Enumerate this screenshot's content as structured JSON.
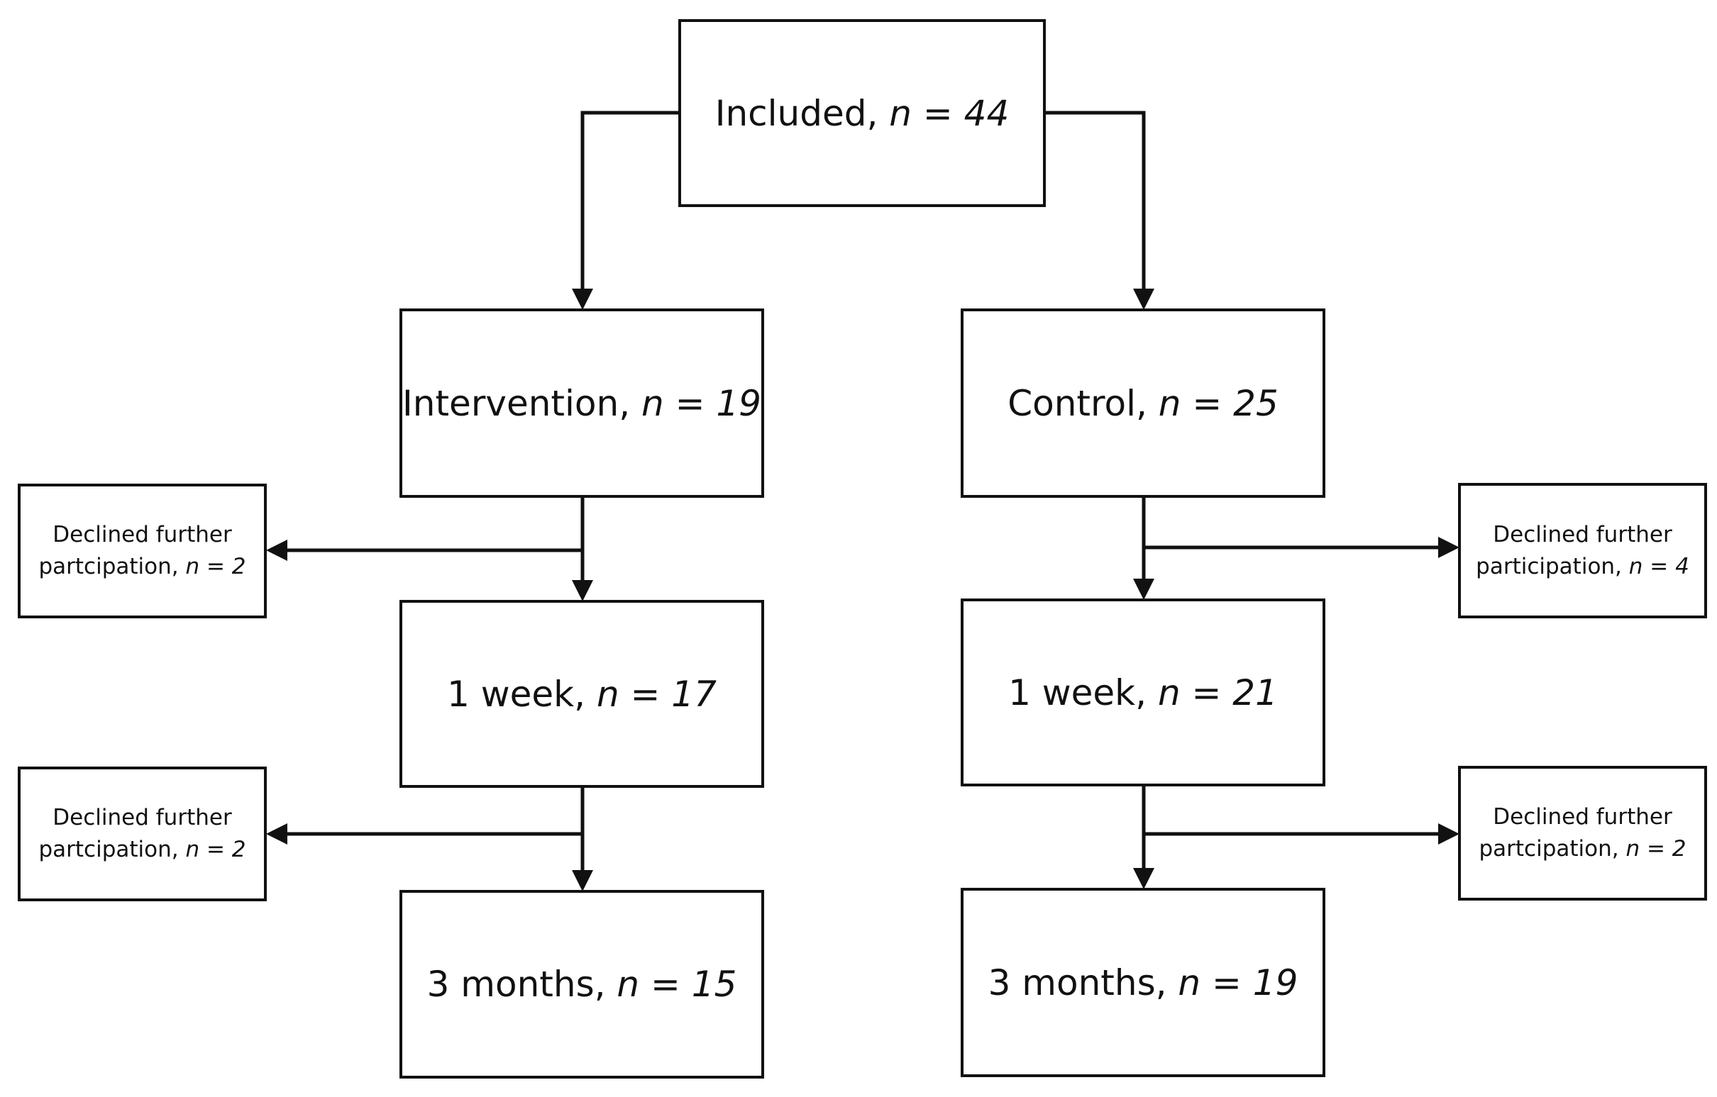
{
  "diagram": {
    "included": {
      "label": "Included, ",
      "n": "n = 44"
    },
    "intervention": {
      "label": "Intervention, ",
      "n": "n = 19"
    },
    "control": {
      "label": "Control, ",
      "n": "n = 25"
    },
    "intervention_1week": {
      "label": "1 week, ",
      "n": "n = 17"
    },
    "control_1week": {
      "label": "1 week, ",
      "n": "n = 21"
    },
    "intervention_3months": {
      "label": "3 months, ",
      "n": "n = 15"
    },
    "control_3months": {
      "label": "3 months, ",
      "n": "n = 19"
    },
    "intervention_declined_1": {
      "line1": "Declined further",
      "line2": "partcipation, ",
      "n": "n = 2"
    },
    "intervention_declined_2": {
      "line1": "Declined further",
      "line2": "partcipation, ",
      "n": "n = 2"
    },
    "control_declined_1": {
      "line1": "Declined further",
      "line2": "participation, ",
      "n": "n = 4"
    },
    "control_declined_2": {
      "line1": "Declined further",
      "line2": "partcipation, ",
      "n": "n = 2"
    }
  },
  "colors": {
    "stroke": "#111111",
    "background": "#ffffff"
  }
}
